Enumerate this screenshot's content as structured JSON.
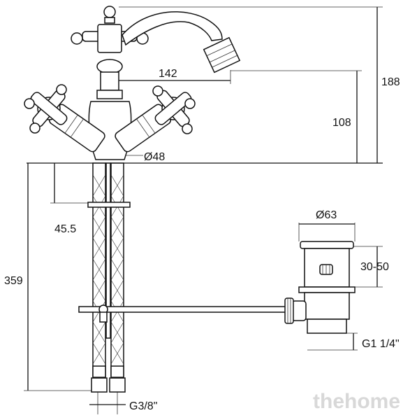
{
  "dimensions": {
    "d188": "188",
    "d142": "142",
    "d108": "108",
    "d48": "Ø48",
    "d45_5": "45.5",
    "d359": "359",
    "d63": "Ø63",
    "d30_50": "30-50",
    "g1_1_4": "G1 1/4\"",
    "g3_8": "G3/8\""
  },
  "watermark": {
    "text": "thehome"
  }
}
